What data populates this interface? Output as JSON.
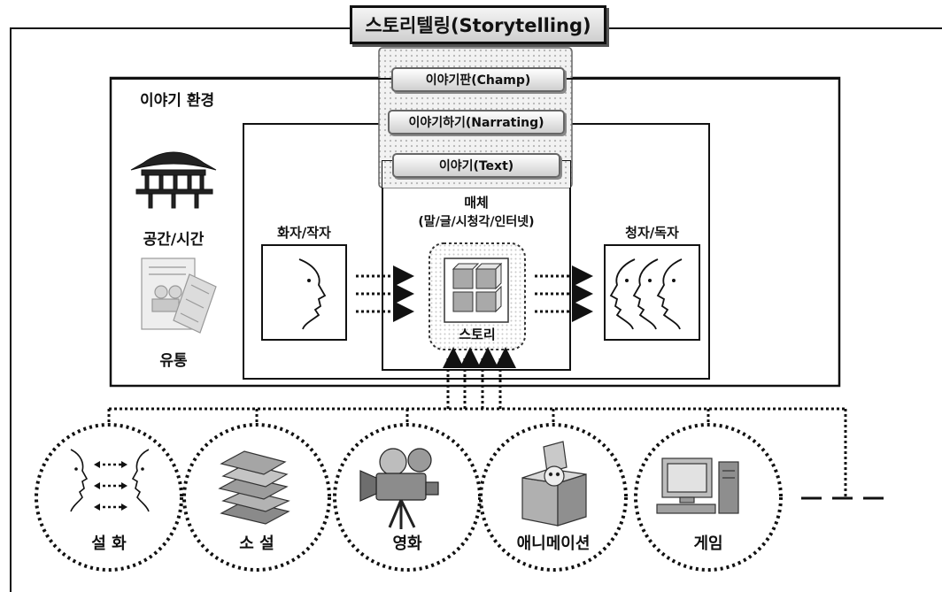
{
  "title": "스토리텔링(Storytelling)",
  "layers": {
    "champ": "이야기판(Champ)",
    "narrating": "이야기하기(Narrating)",
    "text": "이야기(Text)"
  },
  "environment": {
    "heading": "이야기 환경",
    "space_time": "공간/시간",
    "distribution": "유통"
  },
  "communication": {
    "speaker": "화자/작자",
    "media_title": "매체",
    "media_detail": "(말/글/시청각/인터넷)",
    "story": "스토리",
    "listener": "청자/독자"
  },
  "genres": [
    {
      "label": "설  화",
      "icon": "conversation-icon"
    },
    {
      "label": "소  설",
      "icon": "books-icon"
    },
    {
      "label": "영화",
      "icon": "movie-camera-icon"
    },
    {
      "label": "애니메이션",
      "icon": "toy-box-icon"
    },
    {
      "label": "게임",
      "icon": "computer-icon"
    }
  ],
  "colors": {
    "line": "#111111",
    "panel": "#d9d9d9",
    "node": "#9a9a9a"
  }
}
